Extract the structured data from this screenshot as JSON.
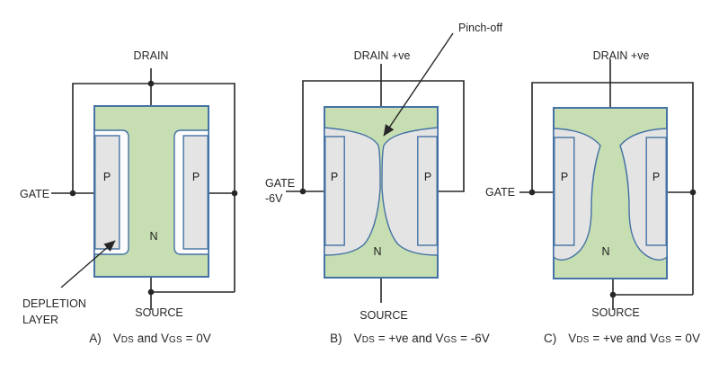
{
  "figure": {
    "type": "jfet-depletion-diagram",
    "colors": {
      "channel_green": "#c7ddb2",
      "depletion_gray": "#e4e4e4",
      "depletion_white": "#fcfcfc",
      "junction_blue": "#4472a4",
      "wire_and_text": "#262626"
    }
  },
  "panels": [
    {
      "drain_label": "DRAIN",
      "gate_label": "GATE",
      "gate_voltage": "",
      "source_label": "SOURCE",
      "p_left": "P",
      "p_right": "P",
      "n_label": "N",
      "annotation_line1": "DEPLETION",
      "annotation_line2": "LAYER",
      "caption": {
        "prefix": "A)",
        "v1": "V",
        "sub1": "DS",
        "mid": " and ",
        "v2": "V",
        "sub2": "GS",
        "suffix": " = 0V"
      }
    },
    {
      "drain_label": "DRAIN +ve",
      "gate_label": "GATE",
      "gate_voltage": "-6V",
      "source_label": "SOURCE",
      "p_left": "P",
      "p_right": "P",
      "n_label": "N",
      "annotation": "Pinch-off",
      "caption": {
        "prefix": "B)",
        "v1": "V",
        "sub1": "DS",
        "mid": " = +ve and ",
        "v2": "V",
        "sub2": "GS",
        "suffix": " = -6V"
      }
    },
    {
      "drain_label": "DRAIN +ve",
      "gate_label": "GATE",
      "gate_voltage": "",
      "source_label": "SOURCE",
      "p_left": "P",
      "p_right": "P",
      "n_label": "N",
      "caption": {
        "prefix": "C)",
        "v1": "V",
        "sub1": "DS",
        "mid": " = +ve and ",
        "v2": "V",
        "sub2": "GS",
        "suffix": " = 0V"
      }
    }
  ]
}
